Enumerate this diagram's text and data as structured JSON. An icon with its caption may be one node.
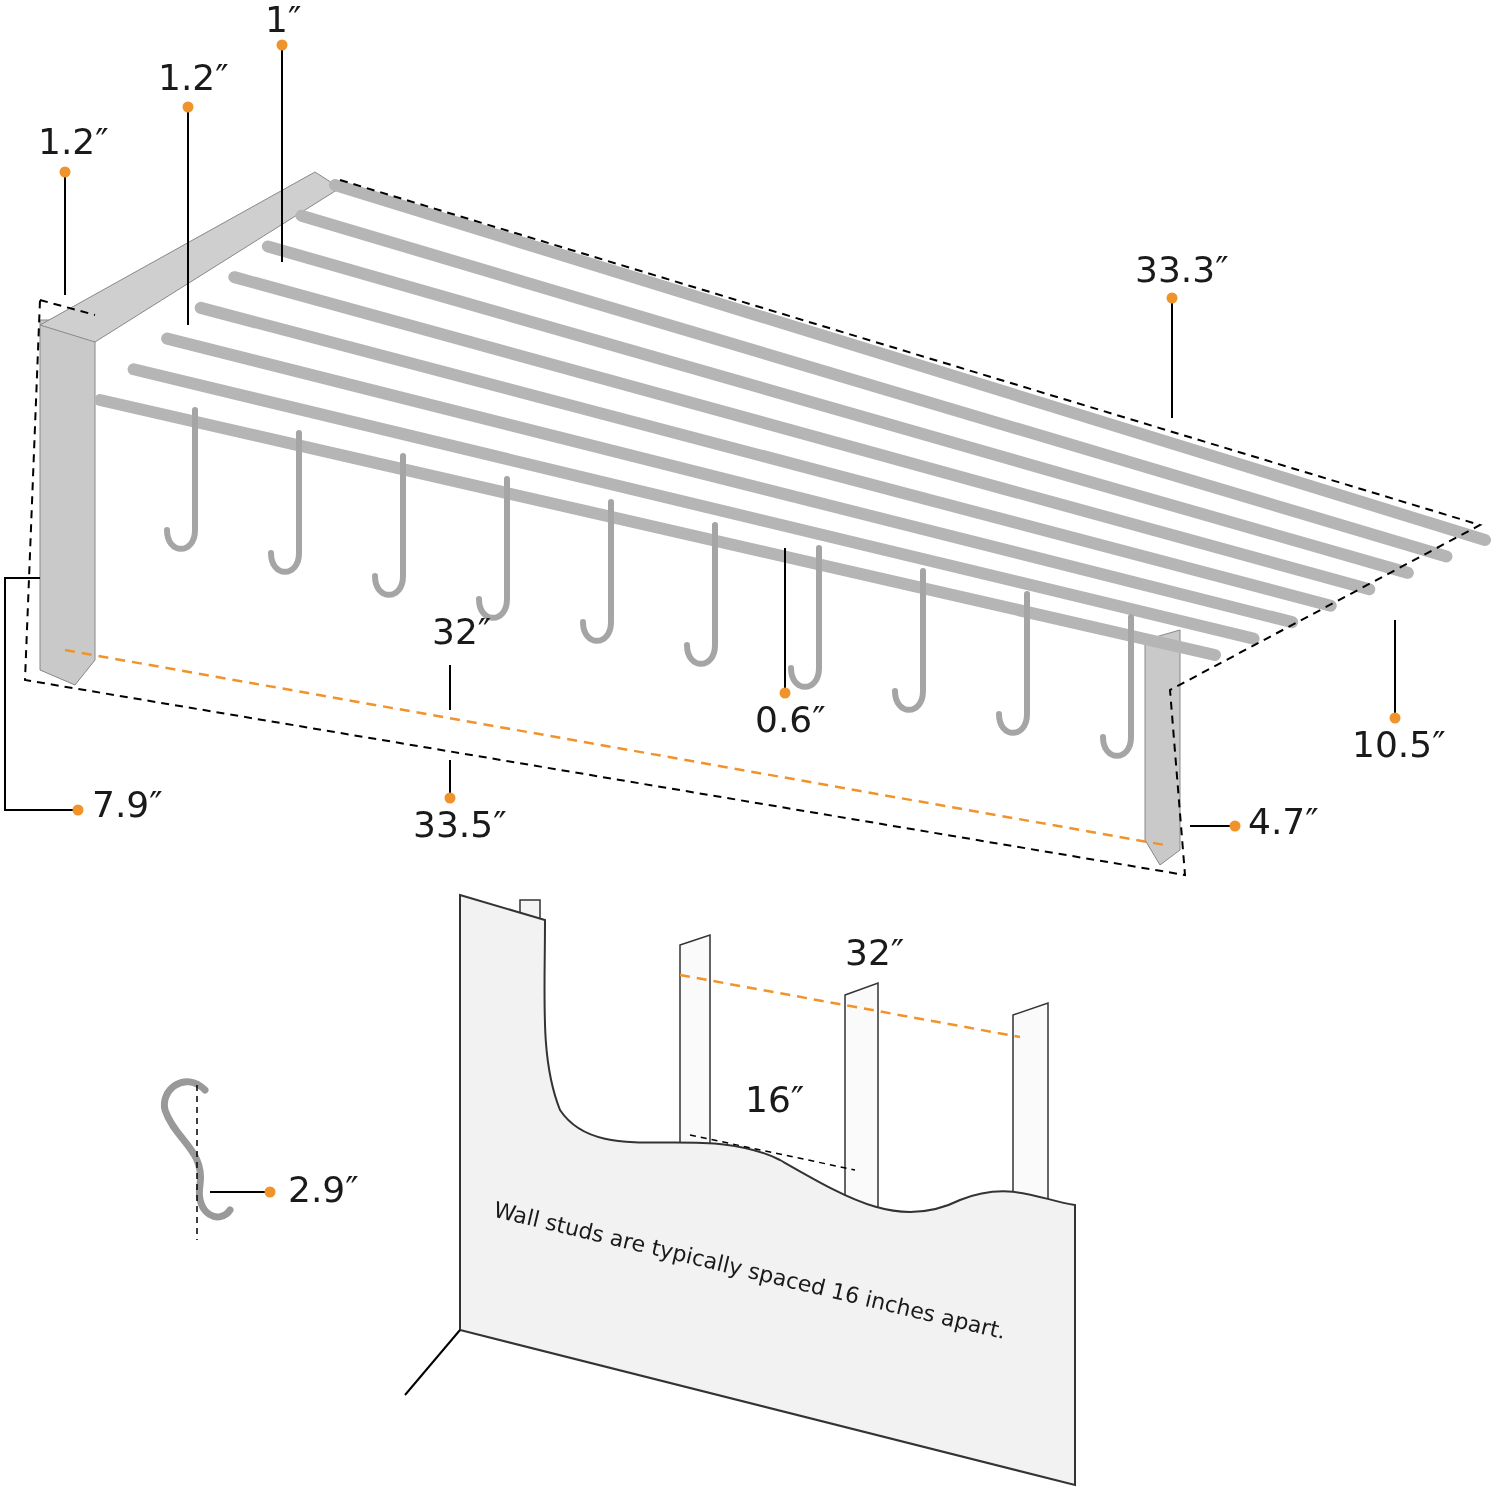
{
  "diagram": {
    "labels": [
      "1″",
      "1.2″",
      "1.2″",
      "33.3″",
      "32″",
      "0.6″",
      "10.5″",
      "7.9″",
      "33.5″",
      "4.7″",
      "32″",
      "16″",
      "2.9″",
      "Wall studs are typically spaced 16 inches apart."
    ]
  }
}
